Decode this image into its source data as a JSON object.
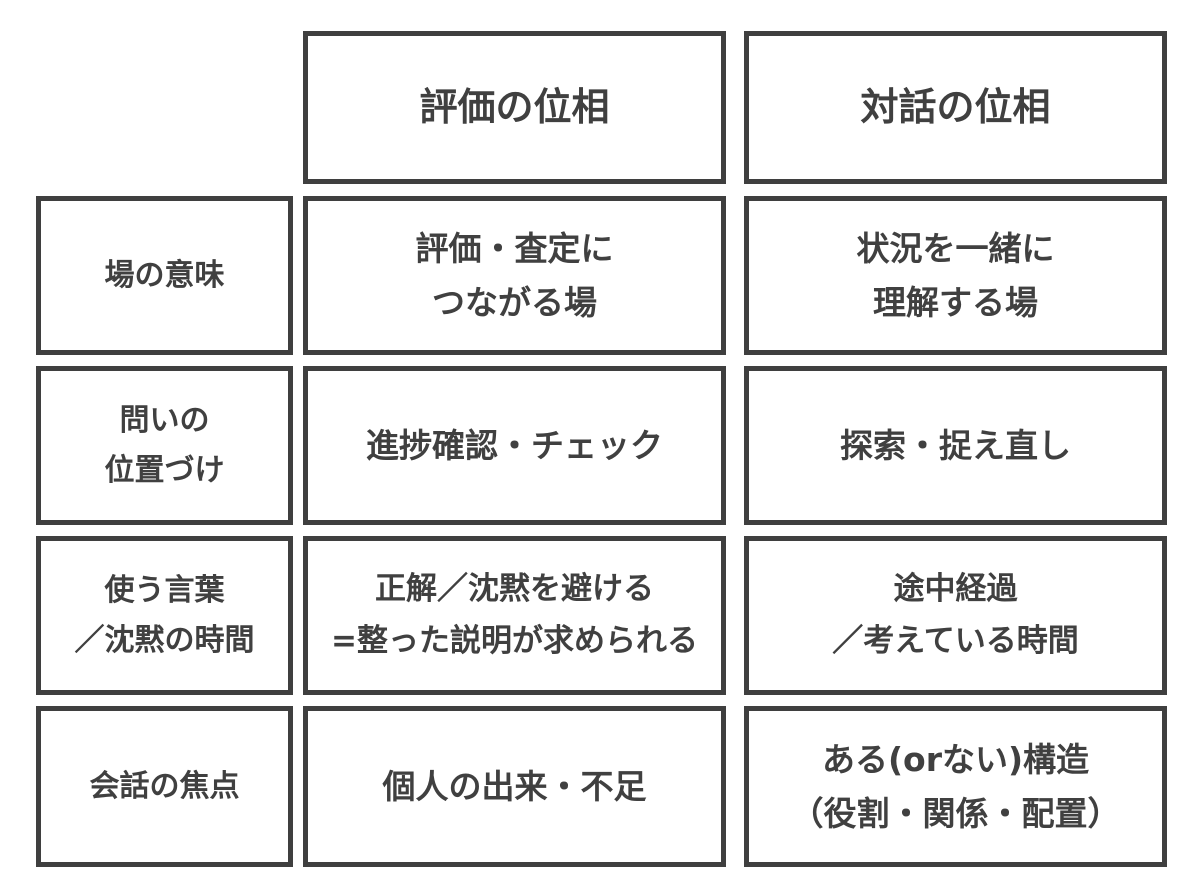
{
  "headers": {
    "evaluation": "評価の位相",
    "dialogue": "対話の位相"
  },
  "rows": [
    {
      "label": "場の意味",
      "evaluation": "評価・査定に\nつながる場",
      "dialogue": "状況を一緒に\n理解する場"
    },
    {
      "label": "問いの\n位置づけ",
      "evaluation": "進捗確認・チェック",
      "dialogue": "探索・捉え直し"
    },
    {
      "label": "使う言葉\n／沈黙の時間",
      "evaluation": "正解／沈黙を避ける\n=整った説明が求められる",
      "dialogue": "途中経過\n／考えている時間"
    },
    {
      "label": "会話の焦点",
      "evaluation": "個人の出来・不足",
      "dialogue": "ある(orない)構造\n（役割・関係・配置）"
    }
  ],
  "colors": {
    "border": "#3f3f3f",
    "text": "#404040",
    "background": "#ffffff"
  }
}
